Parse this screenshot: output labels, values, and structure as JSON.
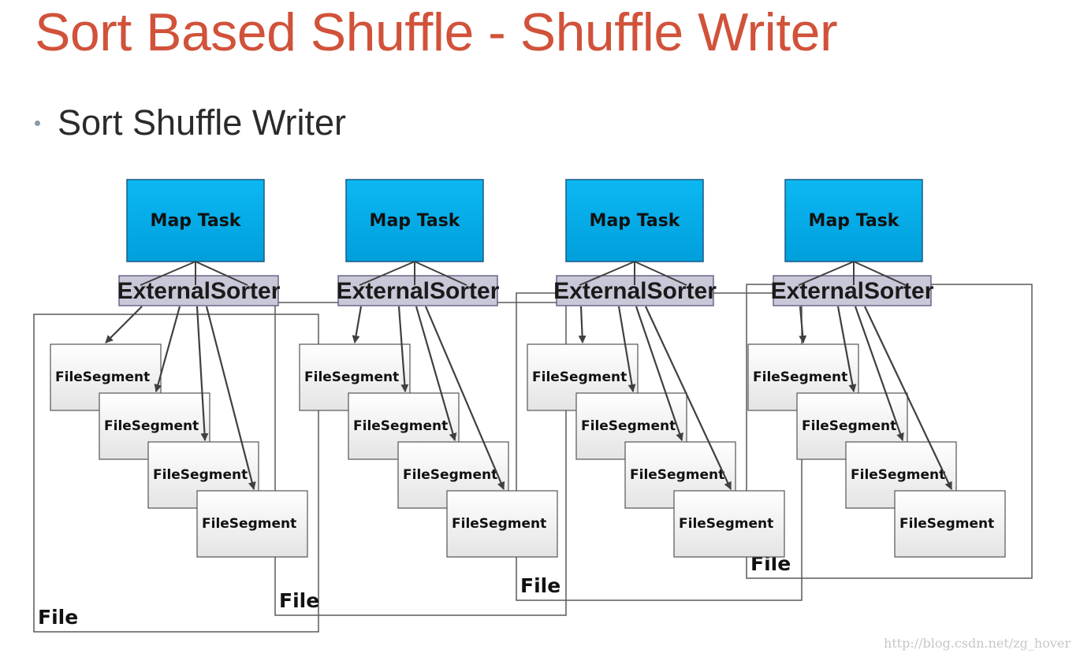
{
  "title": "Sort Based Shuffle - Shuffle Writer",
  "bullet": "Sort Shuffle Writer",
  "labels": {
    "map_task": "Map Task",
    "sorter": "ExternalSorter",
    "segment": "FileSegment",
    "file": "File"
  },
  "colors": {
    "title": "#d1523a",
    "map_task_fill": "#00aeea",
    "map_task_border": "#1a5a86",
    "sorter_fill": "#c9c8d8",
    "sorter_border": "#55557a",
    "arrow": "#404040",
    "file_border": "#5a5a5a"
  },
  "tasks": [
    {
      "map_label": "Map Task",
      "sorter_label": "ExternalSorter",
      "file_label": "File",
      "segments": [
        "FileSegment",
        "FileSegment",
        "FileSegment",
        "FileSegment"
      ]
    },
    {
      "map_label": "Map Task",
      "sorter_label": "ExternalSorter",
      "file_label": "File",
      "segments": [
        "FileSegment",
        "FileSegment",
        "FileSegment",
        "FileSegment"
      ]
    },
    {
      "map_label": "Map Task",
      "sorter_label": "ExternalSorter",
      "file_label": "File",
      "segments": [
        "FileSegment",
        "FileSegment",
        "FileSegment",
        "FileSegment"
      ]
    },
    {
      "map_label": "Map Task",
      "sorter_label": "ExternalSorter",
      "file_label": "File",
      "segments": [
        "FileSegment",
        "FileSegment",
        "FileSegment",
        "FileSegment"
      ]
    }
  ],
  "watermark": "http://blog.csdn.net/zg_hover"
}
